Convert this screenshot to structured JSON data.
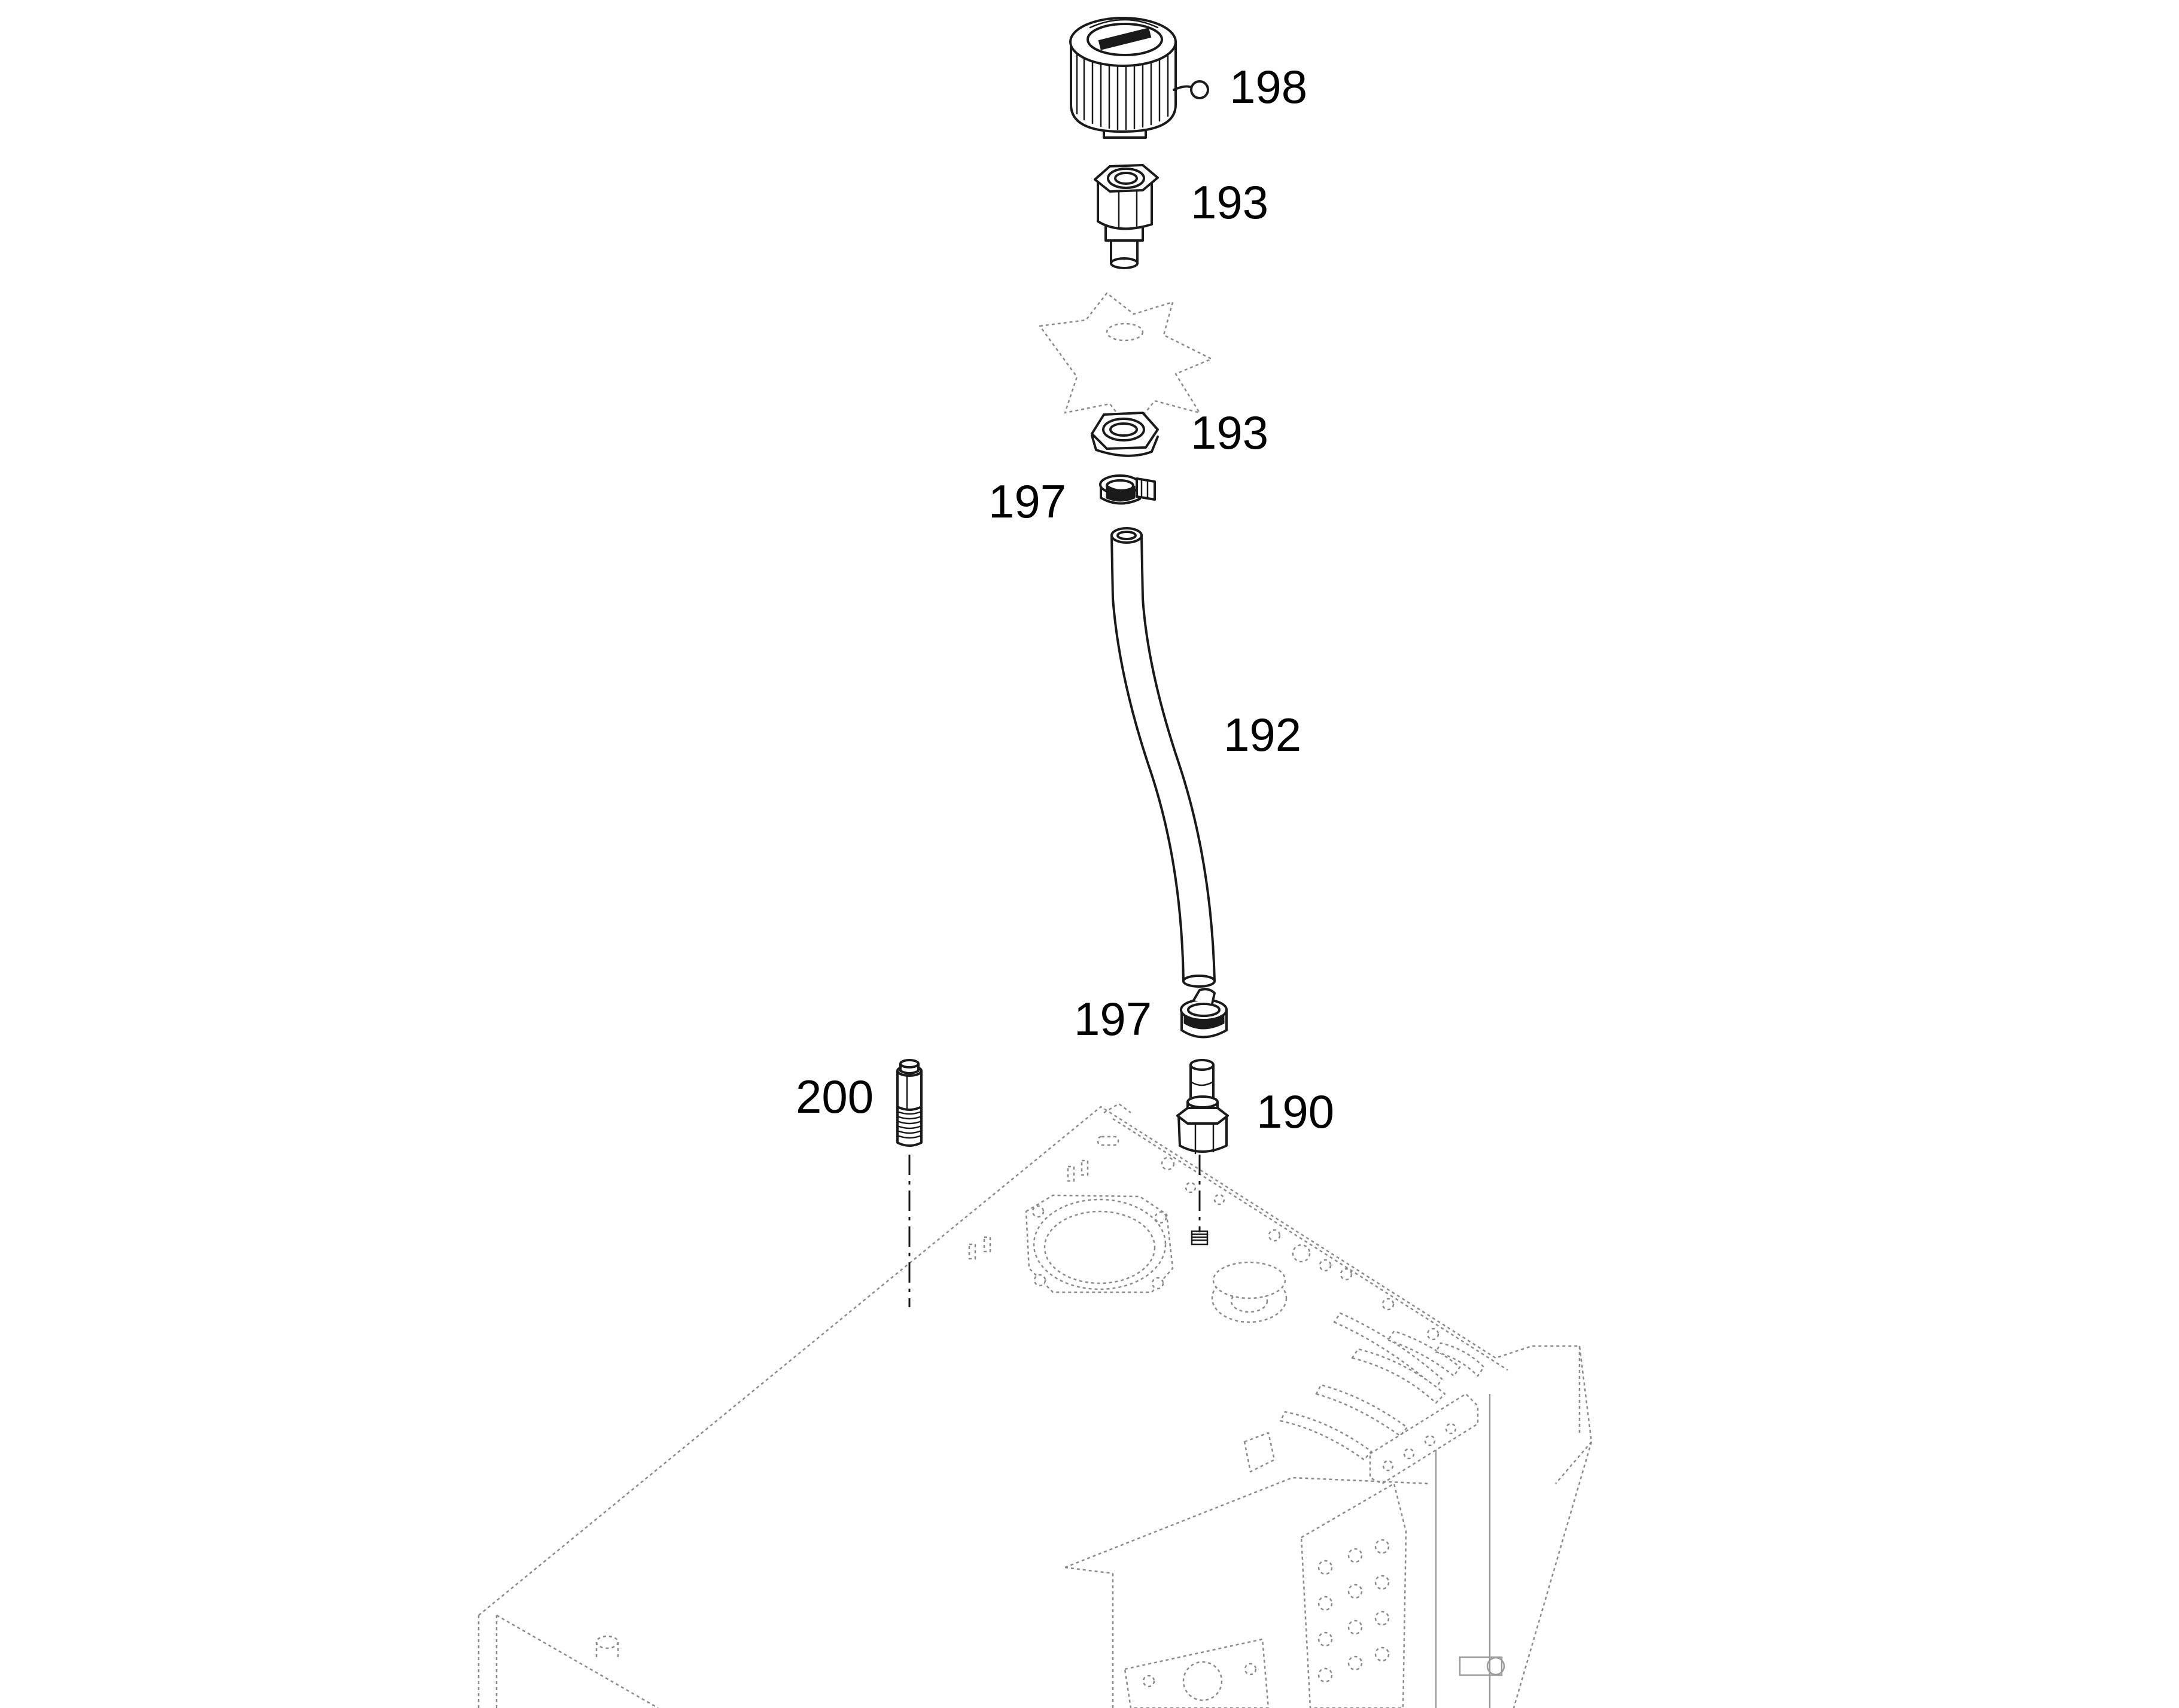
{
  "callouts": {
    "cap": "198",
    "fitting_upper": "193",
    "nut": "193",
    "clamp_upper": "197",
    "hose": "192",
    "clamp_lower": "197",
    "union": "190",
    "plug": "200"
  }
}
